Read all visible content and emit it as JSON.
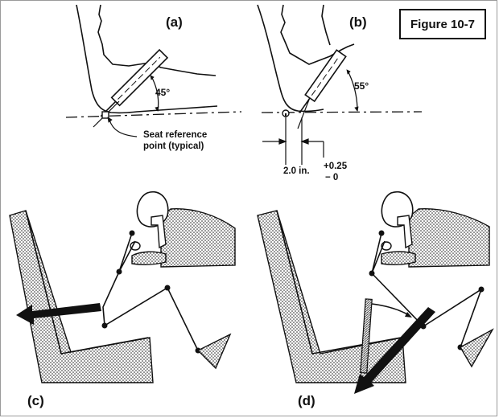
{
  "figure_label": "Figure 10-7",
  "panels": {
    "a": {
      "letter": "(a)",
      "angle": "45°",
      "callout_line1": "Seat reference",
      "callout_line2": "point (typical)"
    },
    "b": {
      "letter": "(b)",
      "angle": "55°",
      "dimension": "2.0 in.",
      "tolerance_plus": "+0.25",
      "tolerance_minus": "− 0"
    },
    "c": {
      "letter": "(c)"
    },
    "d": {
      "letter": "(d)"
    }
  },
  "colors": {
    "ink": "#111111",
    "stipple_bg": "#ffffff",
    "stipple_dot": "#111111"
  }
}
